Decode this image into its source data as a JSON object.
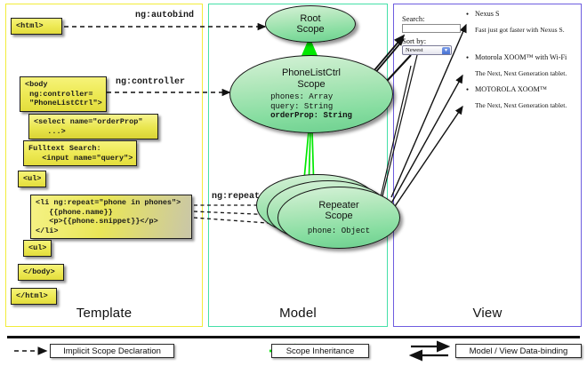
{
  "diagram": {
    "title": "AngularJS Scope Data-binding Diagram",
    "panels": [
      {
        "key": "template",
        "label": "Template",
        "border_color": "#f2ec3a"
      },
      {
        "key": "model",
        "label": "Model",
        "border_color": "#45e0a8"
      },
      {
        "key": "view",
        "label": "View",
        "border_color": "#6e5de0"
      }
    ]
  },
  "template": {
    "boxes": [
      {
        "id": "html-open",
        "text": "<html>"
      },
      {
        "id": "body-open",
        "text": "<body\n ng:controller=\n \"PhoneListCtrl\">"
      },
      {
        "id": "select",
        "text": "<select name=\"orderProp\"\n   ...>"
      },
      {
        "id": "search",
        "text": "Fulltext Search:\n   <input name=\"query\">"
      },
      {
        "id": "ul-open",
        "text": "<ul>"
      },
      {
        "id": "li-repeat",
        "text": "<li ng:repeat=\"phone in phones\">\n   {{phone.name}}\n   <p>{{phone.snippet}}</p>\n</li>"
      },
      {
        "id": "ul-close",
        "text": "<ul>"
      },
      {
        "id": "body-close",
        "text": "</body>"
      },
      {
        "id": "html-close",
        "text": "</html>"
      }
    ]
  },
  "model": {
    "scopes": [
      {
        "id": "root-scope",
        "title": "Root\nScope",
        "title_line1": "Root",
        "title_line2": "Scope",
        "props": []
      },
      {
        "id": "phonelistctrl-scope",
        "title_line1": "PhoneListCtrl",
        "title_line2": "Scope",
        "props": [
          {
            "text": "phones: Array",
            "bold": false
          },
          {
            "text": "query: String",
            "bold": false
          },
          {
            "text": "orderProp: String",
            "bold": true
          }
        ]
      },
      {
        "id": "repeater-scope",
        "title_line1": "Repeater",
        "title_line2": "Scope",
        "props": [
          {
            "text": "phone: Object",
            "bold": false
          }
        ],
        "stacked_count": 3
      }
    ]
  },
  "view": {
    "search_label": "Search:",
    "search_value": "",
    "sort_label": "Sort by:",
    "sort_selected": "Newest",
    "phones": [
      {
        "name": "Nexus S",
        "snippet": "Fast just got faster with Nexus S."
      },
      {
        "name": "Motorola XOOM™ with Wi-Fi",
        "snippet": "The Next, Next Generation tablet."
      },
      {
        "name": "MOTOROLA XOOM™",
        "snippet": "The Next, Next Generation tablet."
      }
    ]
  },
  "connectors": {
    "labels": [
      {
        "id": "ng-autobind",
        "text": "ng:autobind"
      },
      {
        "id": "ng-controller",
        "text": "ng:controller"
      },
      {
        "id": "ng-repeat",
        "text": "ng:repeat"
      }
    ]
  },
  "legend": {
    "items": [
      {
        "id": "implicit-scope-declaration",
        "label": "Implicit Scope Declaration",
        "line_style": "dashed",
        "color": "#111111"
      },
      {
        "id": "scope-inheritance",
        "label": "Scope Inheritance",
        "line_style": "solid",
        "color": "#00e800"
      },
      {
        "id": "model-view-data-binding",
        "label": "Model / View Data-binding",
        "line_style": "double",
        "color": "#111111"
      }
    ]
  },
  "colors": {
    "template_border": "#f2ec3a",
    "model_border": "#45e0a8",
    "view_border": "#6e5de0",
    "code_box": "#eeea56",
    "scope_fill": "#8cdfa2",
    "inheritance_arrow": "#00e800"
  }
}
